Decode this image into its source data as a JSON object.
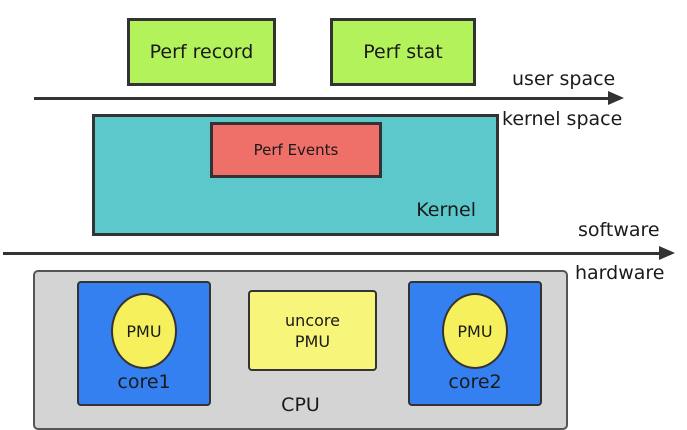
{
  "user_space": {
    "tools": [
      {
        "label": "Perf record"
      },
      {
        "label": "Perf stat"
      }
    ]
  },
  "boundaries": {
    "user_space_label": "user space",
    "kernel_space_label": "kernel space",
    "software_label": "software",
    "hardware_label": "hardware"
  },
  "kernel": {
    "label": "Kernel",
    "subsystem": "Perf Events"
  },
  "cpu": {
    "label": "CPU",
    "cores": [
      {
        "label": "core1",
        "pmu": "PMU"
      },
      {
        "label": "core2",
        "pmu": "PMU"
      }
    ],
    "uncore": {
      "line1": "uncore",
      "line2": "PMU"
    }
  },
  "colors": {
    "user_tool": "#b3f25b",
    "kernel": "#5cc8cc",
    "perf_events": "#ef6f69",
    "cpu": "#d4d4d4",
    "core": "#3580f0",
    "pmu": "#f5f05c",
    "uncore": "#f8f67a"
  }
}
